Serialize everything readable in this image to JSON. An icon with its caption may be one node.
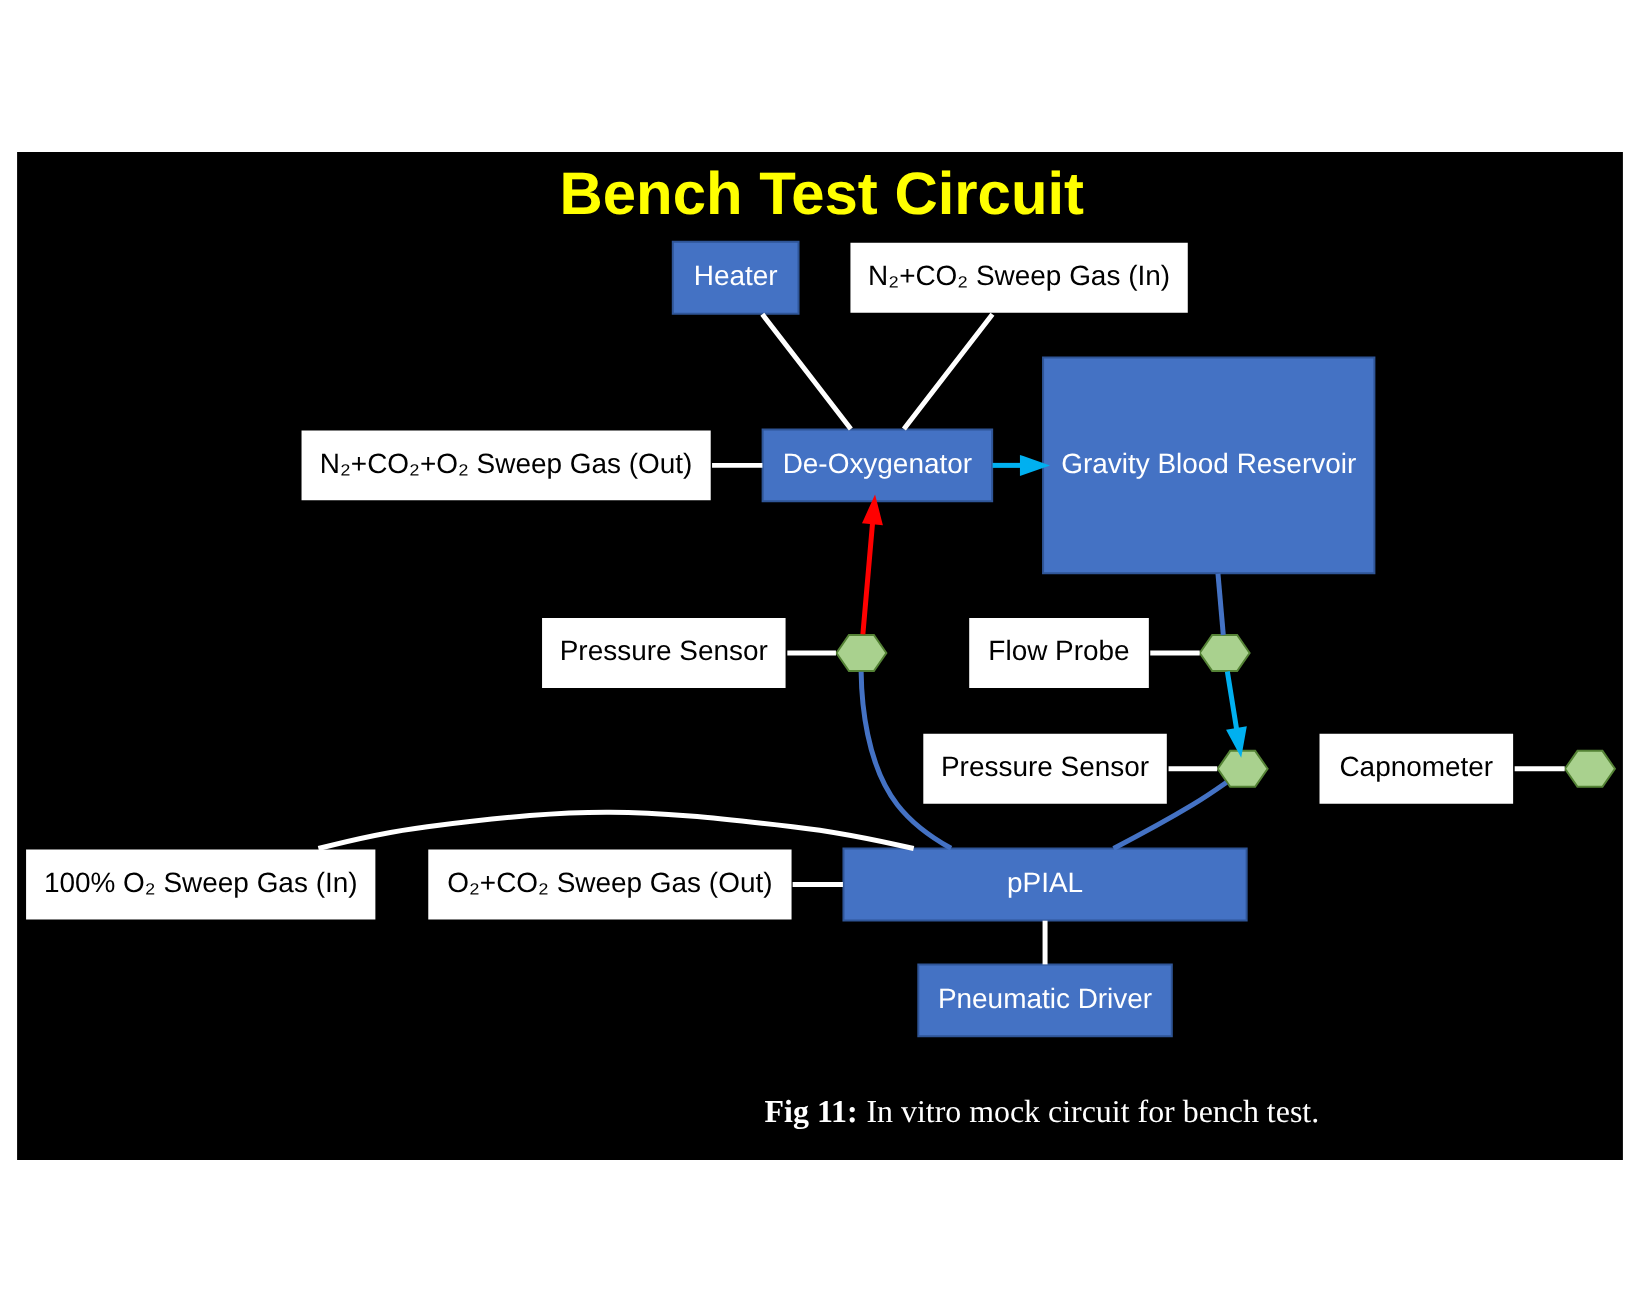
{
  "diagram": {
    "title": "Bench Test Circuit",
    "caption": "**Fig 11:**  In vitro mock circuit for bench test.",
    "nodes": [
      {
        "text": [
          "Heater"
        ]
      },
      {
        "text": [
          "De-Oxygenator"
        ]
      },
      {
        "text": [
          "Gravity Blood Reservoir"
        ]
      },
      {
        "text": [
          "pPIAL"
        ]
      },
      {
        "text": [
          "Pneumatic Driver"
        ]
      },
      {
        "text": [
          "N₂+CO₂+O₂ Sweep Gas (Out)"
        ]
      },
      {
        "text": [
          "N₂+CO₂ Sweep Gas (In)"
        ]
      },
      {
        "text": [
          "Pressure Sensor"
        ]
      },
      {
        "text": [
          "Capnometer"
        ]
      },
      {
        "text": [
          "O₂+CO₂ Sweep Gas (Out)"
        ]
      },
      {
        "text": [
          "Flow Probe"
        ]
      },
      {
        "text": [
          "Pressure Sensor"
        ]
      },
      {
        "text": [
          "100% O₂ Sweep Gas (In)"
        ]
      },
      {
        "text": [],
        "shape": "hexagon"
      },
      {
        "text": [],
        "shape": "hexagon"
      },
      {
        "text": [],
        "shape": "hexagon"
      },
      {
        "text": [],
        "shape": "hexagon"
      }
    ],
    "edges": [
      {
        "from": 0,
        "to": 1,
        "arrow": "none",
        "color": "#ffffff"
      },
      {
        "from": 1,
        "to": 2,
        "arrow": "to",
        "color": "#00b0f0"
      },
      {
        "from": 2,
        "to": 15,
        "arrow": "none",
        "color": "#4472c4"
      },
      {
        "from": 15,
        "to": 16,
        "arrow": "to",
        "color": "#00b0f0"
      },
      {
        "from": 16,
        "to": 3,
        "arrow": "none",
        "color": "#4472c4"
      },
      {
        "from": 3,
        "to": 13,
        "arrow": "none",
        "color": "#4472c4"
      },
      {
        "from": 13,
        "to": 1,
        "arrow": "to",
        "color": "#ff0000"
      },
      {
        "from": 3,
        "to": 4,
        "arrow": "none",
        "color": "#ffffff"
      },
      {
        "from": 5,
        "to": 1,
        "arrow": "none",
        "color": "#ffffff"
      },
      {
        "from": 6,
        "to": 1,
        "arrow": "none",
        "color": "#ffffff"
      },
      {
        "from": 7,
        "to": 13,
        "arrow": "none",
        "color": "#ffffff"
      },
      {
        "from": 8,
        "to": 14,
        "arrow": "none",
        "color": "#ffffff"
      },
      {
        "from": 9,
        "to": 3,
        "arrow": "none",
        "color": "#ffffff"
      },
      {
        "from": 10,
        "to": 15,
        "arrow": "none",
        "color": "#ffffff"
      },
      {
        "from": 11,
        "to": 16,
        "arrow": "none",
        "color": "#ffffff"
      },
      {
        "from": 12,
        "to": 3,
        "arrow": "none",
        "color": "#ffffff"
      }
    ]
  }
}
